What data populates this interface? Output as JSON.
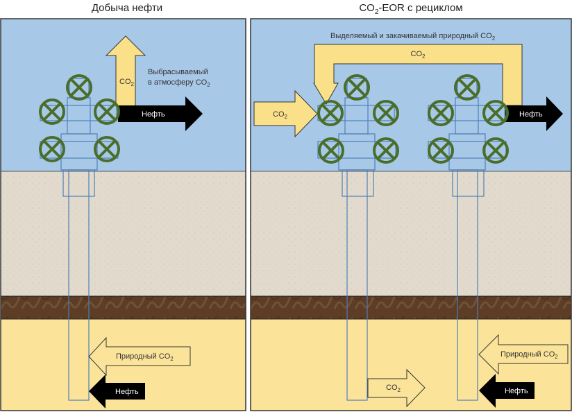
{
  "colors": {
    "sky": "#a8c8e8",
    "sand": "#e2dbcd",
    "rock": "#5e3d26",
    "reservoir": "#fbe49a",
    "co2_arrow": "#fbe08a",
    "oil_arrow": "#000000",
    "valve": "#4a6e2a",
    "pipe": "#4f7fb8",
    "border": "#333333"
  },
  "left_panel": {
    "title": "Добыча нефти",
    "co2_up_arrow": {
      "label": "CO",
      "sub": "2"
    },
    "vented_note": {
      "line1": "Выбрасываемый",
      "line2": "в атмосферу CO",
      "sub": "2"
    },
    "oil_out_arrow": {
      "label": "Нефть"
    },
    "natural_co2_arrow": {
      "label": "Природный CO",
      "sub": "2"
    },
    "oil_in_arrow": {
      "label": "Нефть"
    },
    "valve_icon": "valve-icon"
  },
  "right_panel": {
    "title_main": "CO",
    "title_sub": "2",
    "title_rest": "-EOR с рециклом",
    "recycle_note": {
      "label": "Выделяемый и закачиваемый природный CO",
      "sub": "2"
    },
    "recycle_arrow": {
      "label": "CO",
      "sub": "2"
    },
    "co2_in_arrow": {
      "label": "CO",
      "sub": "2"
    },
    "oil_out_arrow": {
      "label": "Нефть"
    },
    "co2_injected_arrow": {
      "label": "CO",
      "sub": "2"
    },
    "natural_co2_arrow": {
      "label": "Природный CO",
      "sub": "2"
    },
    "oil_in_arrow": {
      "label": "Нефть"
    }
  }
}
